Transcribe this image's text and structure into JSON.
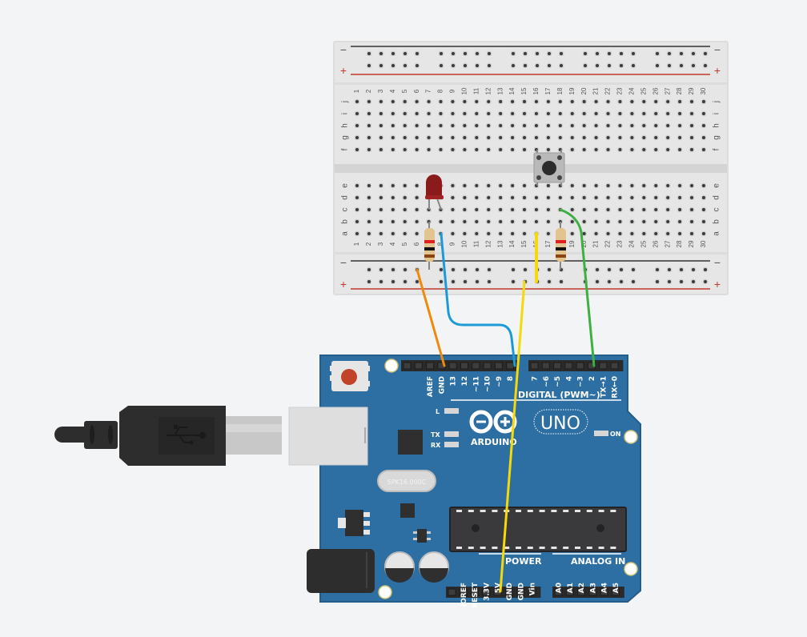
{
  "scene": {
    "title": "Arduino UNO push-button LED circuit",
    "background_color": "#f3f4f6"
  },
  "breadboard": {
    "columns": [
      "1",
      "2",
      "3",
      "4",
      "5",
      "6",
      "7",
      "8",
      "9",
      "10",
      "11",
      "12",
      "13",
      "14",
      "15",
      "16",
      "17",
      "18",
      "19",
      "20",
      "21",
      "22",
      "23",
      "24",
      "25",
      "26",
      "27",
      "28",
      "29",
      "30"
    ],
    "top_rows": [
      "j",
      "i",
      "h",
      "g",
      "f"
    ],
    "bottom_rows": [
      "e",
      "d",
      "c",
      "b",
      "a"
    ],
    "rail_minus": "−",
    "rail_plus": "+",
    "rail_minus_color": "#333333",
    "rail_plus_color": "#c0392b"
  },
  "components": {
    "led": {
      "color": "#8b1a1a",
      "anode_hole": "c7",
      "cathode_hole": "c8"
    },
    "resistor_led": {
      "from": "b7",
      "to": "minus-rail-7",
      "bands": [
        "#8b4513",
        "#111111",
        "#e02020",
        "#8b5a2b"
      ]
    },
    "resistor_button": {
      "from": "b18",
      "to": "minus-rail-18",
      "bands": [
        "#8b4513",
        "#111111",
        "#e02020",
        "#8b5a2b"
      ]
    },
    "pushbutton": {
      "pins": [
        "f16",
        "f18",
        "e16",
        "e18"
      ]
    }
  },
  "wires": [
    {
      "name": "orange-wire",
      "color": "#f08a0e",
      "from": "breadboard minus rail col 6",
      "to": "GND"
    },
    {
      "name": "blue-wire",
      "color": "#1b9ad6",
      "from": "a8",
      "to": "8"
    },
    {
      "name": "yellow-jumper",
      "color": "#f5d90a",
      "from": "a16",
      "to": "plus rail col 16"
    },
    {
      "name": "yellow-wire",
      "color": "#f5d90a",
      "from": "plus rail col 15",
      "to": "5V"
    },
    {
      "name": "green-wire",
      "color": "#3cb043",
      "from": "c18",
      "to": "2"
    }
  ],
  "arduino": {
    "board_color": "#2e6fa3",
    "logo_text": "ARDUINO",
    "model": "UNO",
    "crystal_text": "SPK16.000C",
    "digital_header_left": [
      "AREF",
      "GND",
      "13",
      "12",
      "~11",
      "~10",
      "~9",
      "8"
    ],
    "digital_header_right": [
      "7",
      "~6",
      "~5",
      "4",
      "~3",
      "2",
      "TX→1",
      "RX←0"
    ],
    "digital_title": "DIGITAL (PWM~)",
    "power_title": "POWER",
    "power_pins": [
      "IOREF",
      "RESET",
      "3.3V",
      "5V",
      "GND",
      "GND",
      "Vin"
    ],
    "analog_title": "ANALOG IN",
    "analog_pins": [
      "A0",
      "A1",
      "A2",
      "A3",
      "A4",
      "A5"
    ],
    "leds": {
      "l": "L",
      "tx": "TX",
      "rx": "RX",
      "on": "ON"
    }
  }
}
